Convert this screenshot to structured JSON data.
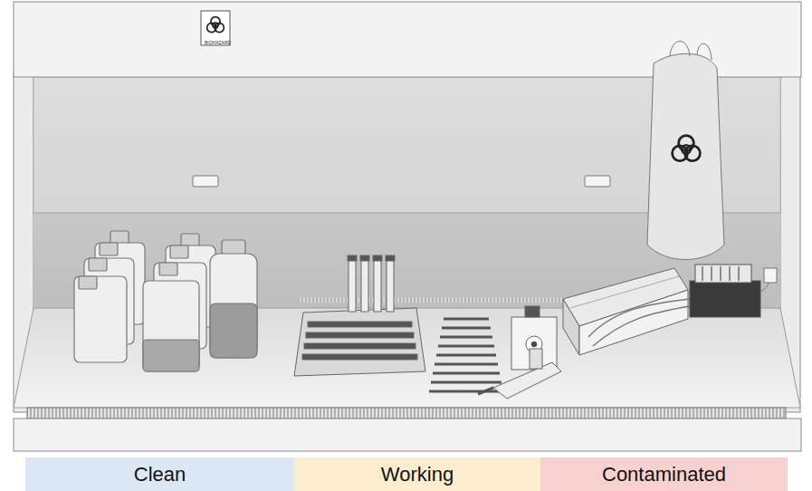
{
  "diagram": {
    "nodes": [
      {
        "text": [
          "Clean"
        ]
      },
      {
        "text": [
          "Working"
        ]
      },
      {
        "text": [
          "Contaminated"
        ]
      }
    ],
    "labels": [
      "BIOHAZARD"
    ]
  }
}
